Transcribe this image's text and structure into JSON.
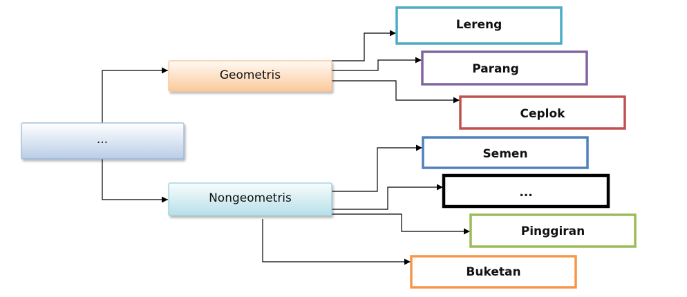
{
  "root": {
    "label": "..."
  },
  "groups": [
    {
      "key": "geometris",
      "label": "Geometris",
      "children": [
        {
          "key": "lereng",
          "label": "Lereng",
          "border": "#4bacc6"
        },
        {
          "key": "parang",
          "label": "Parang",
          "border": "#8064a2"
        },
        {
          "key": "ceplok",
          "label": "Ceplok",
          "border": "#c0504d"
        }
      ]
    },
    {
      "key": "nongeometris",
      "label": "Nongeometris",
      "children": [
        {
          "key": "semen",
          "label": "Semen",
          "border": "#4f81bd"
        },
        {
          "key": "unknown",
          "label": "...",
          "border": "#000000"
        },
        {
          "key": "pinggiran",
          "label": "Pinggiran",
          "border": "#9bbb59"
        },
        {
          "key": "buketan",
          "label": "Buketan",
          "border": "#f79646"
        }
      ]
    }
  ]
}
